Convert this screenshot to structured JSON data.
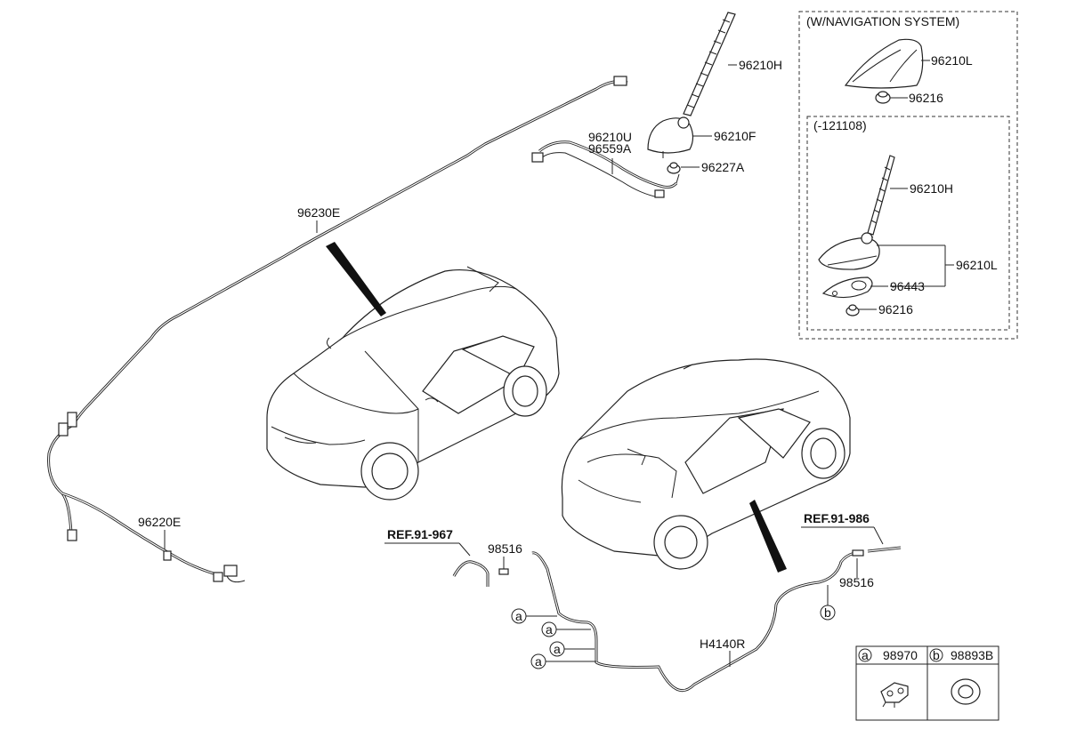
{
  "navigation_box": {
    "title": "(W/NAVIGATION SYSTEM)",
    "part_shark_fin": "96210L",
    "part_nut": "96216",
    "sub_box": {
      "title": "(-121108)",
      "part_mast": "96210H",
      "part_base_assy": "96210L",
      "part_gasket": "96443",
      "part_nut": "96216"
    }
  },
  "roof_antenna": {
    "part_mast": "96210H",
    "part_base": "96210F",
    "part_nut": "96227A",
    "part_cable_u": "96210U",
    "part_cable_a": "96559A"
  },
  "cables": {
    "roof_cable": "96230E",
    "floor_cable": "96220E"
  },
  "washer_hose": {
    "ref_left": "REF.91-967",
    "ref_right": "REF.91-986",
    "connector_left": "98516",
    "connector_right": "98516",
    "hose": "H4140R",
    "callout_a": "a",
    "callout_b": "b"
  },
  "legend": {
    "a_letter": "a",
    "a_part": "98970",
    "b_letter": "b",
    "b_part": "98893B"
  }
}
